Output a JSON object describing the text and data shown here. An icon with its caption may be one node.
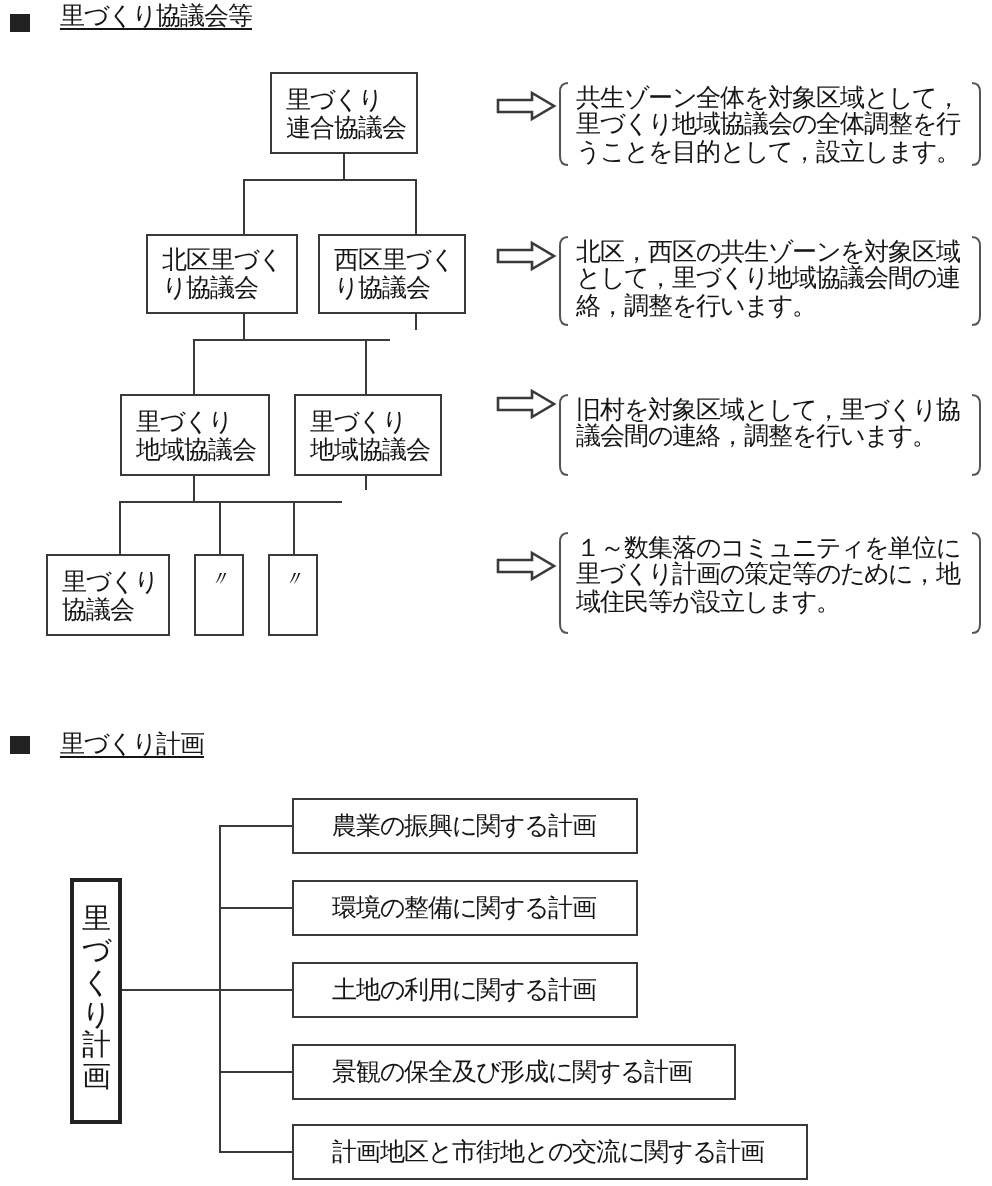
{
  "diagram": {
    "nodes": [
      {
        "text": [
          "里づくり連合協議会"
        ]
      },
      {
        "text": [
          "北区里づくり協議会"
        ]
      },
      {
        "text": [
          "西区里づくり協議会"
        ]
      },
      {
        "text": [
          "里づくり地域協議会"
        ]
      },
      {
        "text": [
          "里づくり地域協議会"
        ]
      },
      {
        "text": [
          "里づくり協議会"
        ]
      },
      {
        "text": [
          "〃"
        ]
      },
      {
        "text": [
          "〃"
        ]
      },
      {
        "text": [
          "共生ゾーン全体を対象区域として，里づくり地域協議会の全体調整を行うことを目的として，設立します。"
        ]
      },
      {
        "text": [
          "北区，西区の共生ゾーンを対象区域として，里づくり地域協議会間の連絡，調整を行います。"
        ]
      },
      {
        "text": [
          "旧村を対象区域として，里づくり協議会間の連絡，調整を行います。"
        ]
      },
      {
        "text": [
          "１～数集落のコミュニティを単位に里づくり計画の策定等のために，地域住民等が設立します。"
        ]
      },
      {
        "text": [
          "里づくり計画"
        ]
      },
      {
        "text": [
          "農業の振興に関する計画"
        ]
      },
      {
        "text": [
          "環境の整備に関する計画"
        ]
      },
      {
        "text": [
          "土地の利用に関する計画"
        ]
      },
      {
        "text": [
          "景観の保全及び形成に関する計画"
        ]
      },
      {
        "text": [
          "計画地区と市街地との交流に関する計画"
        ]
      }
    ],
    "edges": [
      {
        "from": 0,
        "to": 1,
        "arrow": "none"
      },
      {
        "from": 0,
        "to": 2,
        "arrow": "none"
      },
      {
        "from": 2,
        "to": null,
        "arrow": "none"
      },
      {
        "from": 1,
        "to": 3,
        "arrow": "none"
      },
      {
        "from": 1,
        "to": 4,
        "arrow": "none"
      },
      {
        "from": 4,
        "to": null,
        "arrow": "none"
      },
      {
        "from": 3,
        "to": 5,
        "arrow": "none"
      },
      {
        "from": 3,
        "to": 6,
        "arrow": "none"
      },
      {
        "from": 3,
        "to": 7,
        "arrow": "none"
      },
      {
        "from": null,
        "to": 8,
        "arrow": "to"
      },
      {
        "from": null,
        "to": 9,
        "arrow": "to"
      },
      {
        "from": null,
        "to": 10,
        "arrow": "to"
      },
      {
        "from": null,
        "to": 11,
        "arrow": "to"
      },
      {
        "from": 12,
        "to": 13,
        "arrow": "none"
      },
      {
        "from": 12,
        "to": 14,
        "arrow": "none"
      },
      {
        "from": 12,
        "to": 15,
        "arrow": "none"
      },
      {
        "from": 12,
        "to": 16,
        "arrow": "none"
      },
      {
        "from": 12,
        "to": 17,
        "arrow": "none"
      }
    ],
    "labels": [
      "里づくり協議会等",
      "里づくり計画"
    ]
  }
}
